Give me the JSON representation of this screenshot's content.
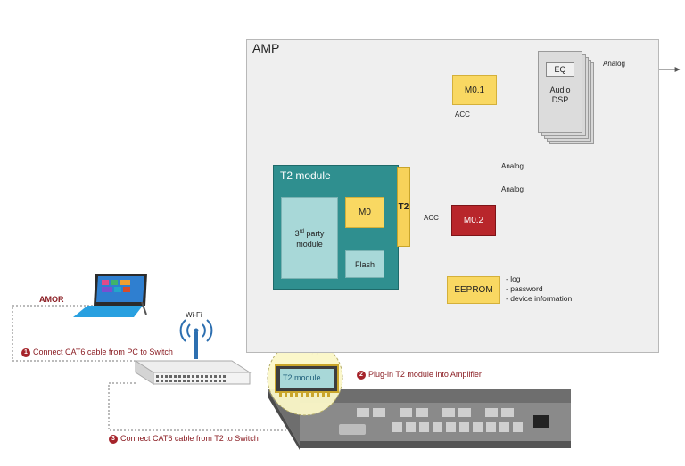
{
  "amp": {
    "title": "AMP",
    "analog_out_label": "Analog"
  },
  "dsp": {
    "eq_label": "EQ",
    "line1": "Audio",
    "line2": "DSP"
  },
  "m01": {
    "label": "M0.1",
    "acc_label": "ACC"
  },
  "t2_module": {
    "title": "T2 module",
    "third_party_pre": "3",
    "third_party_sup": "rd",
    "third_party_post": " party",
    "third_party_line2": "module",
    "m0_label": "M0",
    "flash_label": "Flash",
    "tab_label": "T2"
  },
  "links": {
    "analog_in": "Analog",
    "analog_out": "Analog",
    "acc": "ACC"
  },
  "m02": {
    "label": "M0.2"
  },
  "eeprom": {
    "label": "EEPROM",
    "notes": [
      "- log",
      "- password",
      "- device information"
    ]
  },
  "network": {
    "pc_label": "AMOR",
    "wifi_label": "Wi-Fi",
    "t2_card_label": "T2 module"
  },
  "steps": {
    "step1_num": "1",
    "step1_text": "Connect CAT6  cable from PC to Switch",
    "step2_num": "2",
    "step2_text": "Plug-in T2 module into Amplifier",
    "step3_num": "3",
    "step3_text": "Connect CAT6  cable from T2 to Switch"
  },
  "colors": {
    "t2_module": "#2f8f8f",
    "yellow_block": "#f9d862",
    "red_block": "#b8262b",
    "step_text": "#8a1c22"
  }
}
